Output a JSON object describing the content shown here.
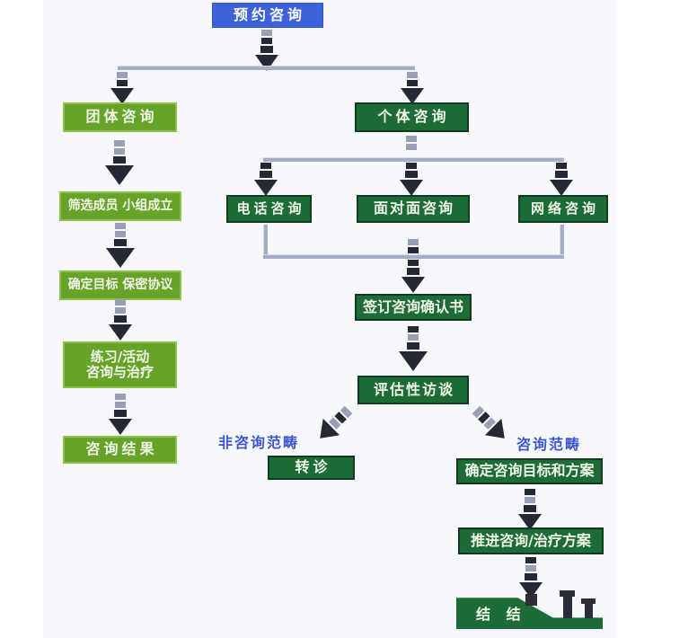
{
  "flowchart": {
    "nodes": {
      "appointment": {
        "label": "预约咨询"
      },
      "group": {
        "label": "团体咨询"
      },
      "screening": {
        "label": "筛选成员 小组成立"
      },
      "goals": {
        "label": "确定目标 保密协议"
      },
      "practice": {
        "line1": "练习/活动",
        "line2": "咨询与治疗"
      },
      "result": {
        "label": "咨询结果"
      },
      "individual": {
        "label": "个体咨询"
      },
      "phone": {
        "label": "电话咨询"
      },
      "face_to_face": {
        "label": "面对面咨询"
      },
      "online": {
        "label": "网络咨询"
      },
      "sign_confirmation": {
        "label": "签订咨询确认书"
      },
      "assessment": {
        "label": "评估性访谈"
      },
      "referral": {
        "label": "转诊"
      },
      "plan": {
        "label": "确定咨询目标和方案"
      },
      "advance": {
        "label": "推进咨询/治疗方案"
      },
      "end": {
        "label": "结 结"
      }
    },
    "branch_labels": {
      "non_scope": "非咨询范畴",
      "scope": "咨询范畴"
    },
    "colors": {
      "appointment_blue": "#3d63db",
      "light_green": "#67a328",
      "light_green_border": "#8cc14c",
      "dark_green": "#1d6b37",
      "dark_green_border": "#123c20",
      "connector_gray": "#a3aec5",
      "arrow_dark": "#262833",
      "dash_gray": "#97a0b4",
      "branch_label_blue": "#3c55d2",
      "panel_bg": "#f7f8fb"
    }
  }
}
